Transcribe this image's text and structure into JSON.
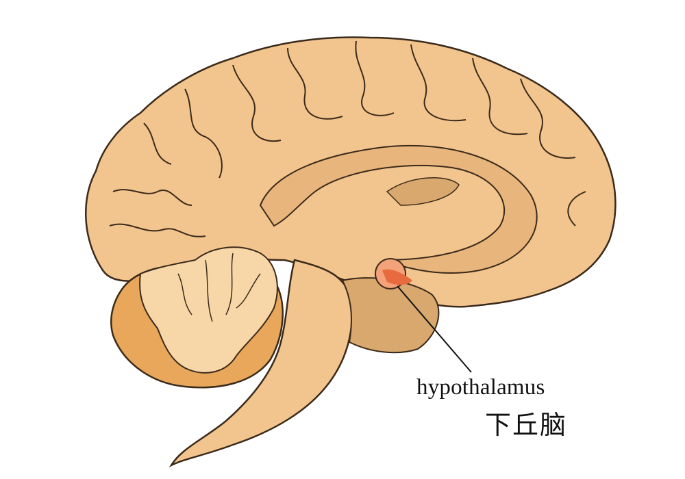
{
  "figure": {
    "subject": "Sagittal view of the human brain",
    "highlighted_structure": "hypothalamus"
  },
  "labels": {
    "english": "hypothalamus",
    "chinese": "下丘脑"
  },
  "colors": {
    "cortex": "#F2C48E",
    "cortex_shadow": "#D9A86E",
    "cerebellum_white_matter": "#F7D7A8",
    "cerebellum_cortex": "#E9A75B",
    "brainstem": "#F2C48E",
    "hypothalamus": "#F08A5D",
    "outline": "#3A2A1A",
    "leader_line": "#111111"
  }
}
